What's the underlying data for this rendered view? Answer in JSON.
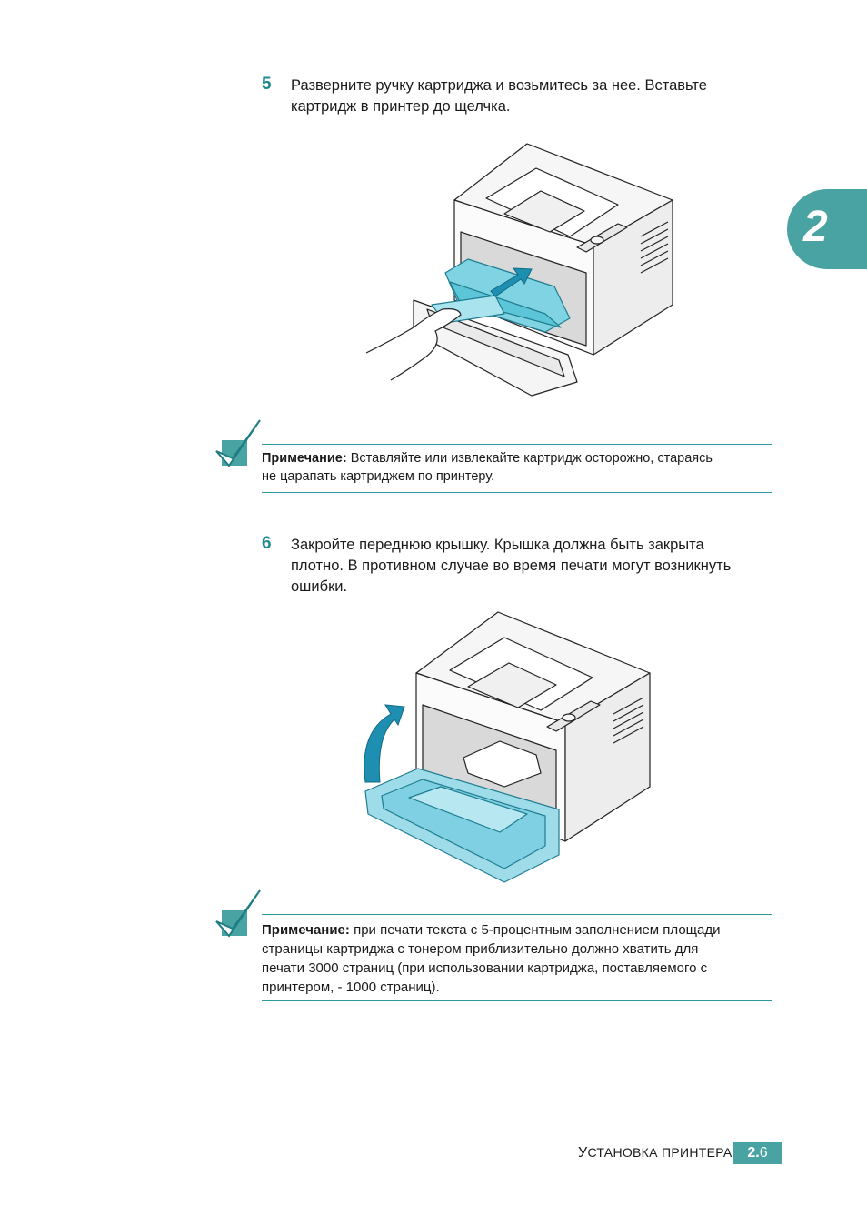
{
  "chapter_tab": "2",
  "steps": [
    {
      "num": "5",
      "line1": "Разверните ручку картриджа и возьмитесь за нее. Вставьте",
      "line2": "картридж в принтер до щелчка."
    },
    {
      "num": "6",
      "line1": "Закройте переднюю крышку. Крышка должна быть закрыта",
      "line2": "плотно. В противном случае во время печати могут возникнуть",
      "line3": "ошибки."
    }
  ],
  "notes": [
    {
      "label": "Примечание:",
      "line1": " Вставляйте или извлекайте картридж осторожно, стараясь",
      "line2": "не царапать картриджем по принтеру."
    },
    {
      "label": "Примечание:",
      "line1": " при печати текста с 5-процентным заполнением площади",
      "line2": "страницы картриджа с тонером приблизительно должно хватить для",
      "line3": "печати 3000 страниц (при использовании картриджа, поставляемого с",
      "line4": "принтером, - 1000 страниц)."
    }
  ],
  "footer": {
    "title_first": "У",
    "title_rest": "СТАНОВКА ПРИНТЕРА",
    "chapter": "2.",
    "page": "6"
  },
  "colors": {
    "accent": "#4aa3a3",
    "cartridge": "#5cc6d8",
    "printer": "#f4f4f4"
  }
}
